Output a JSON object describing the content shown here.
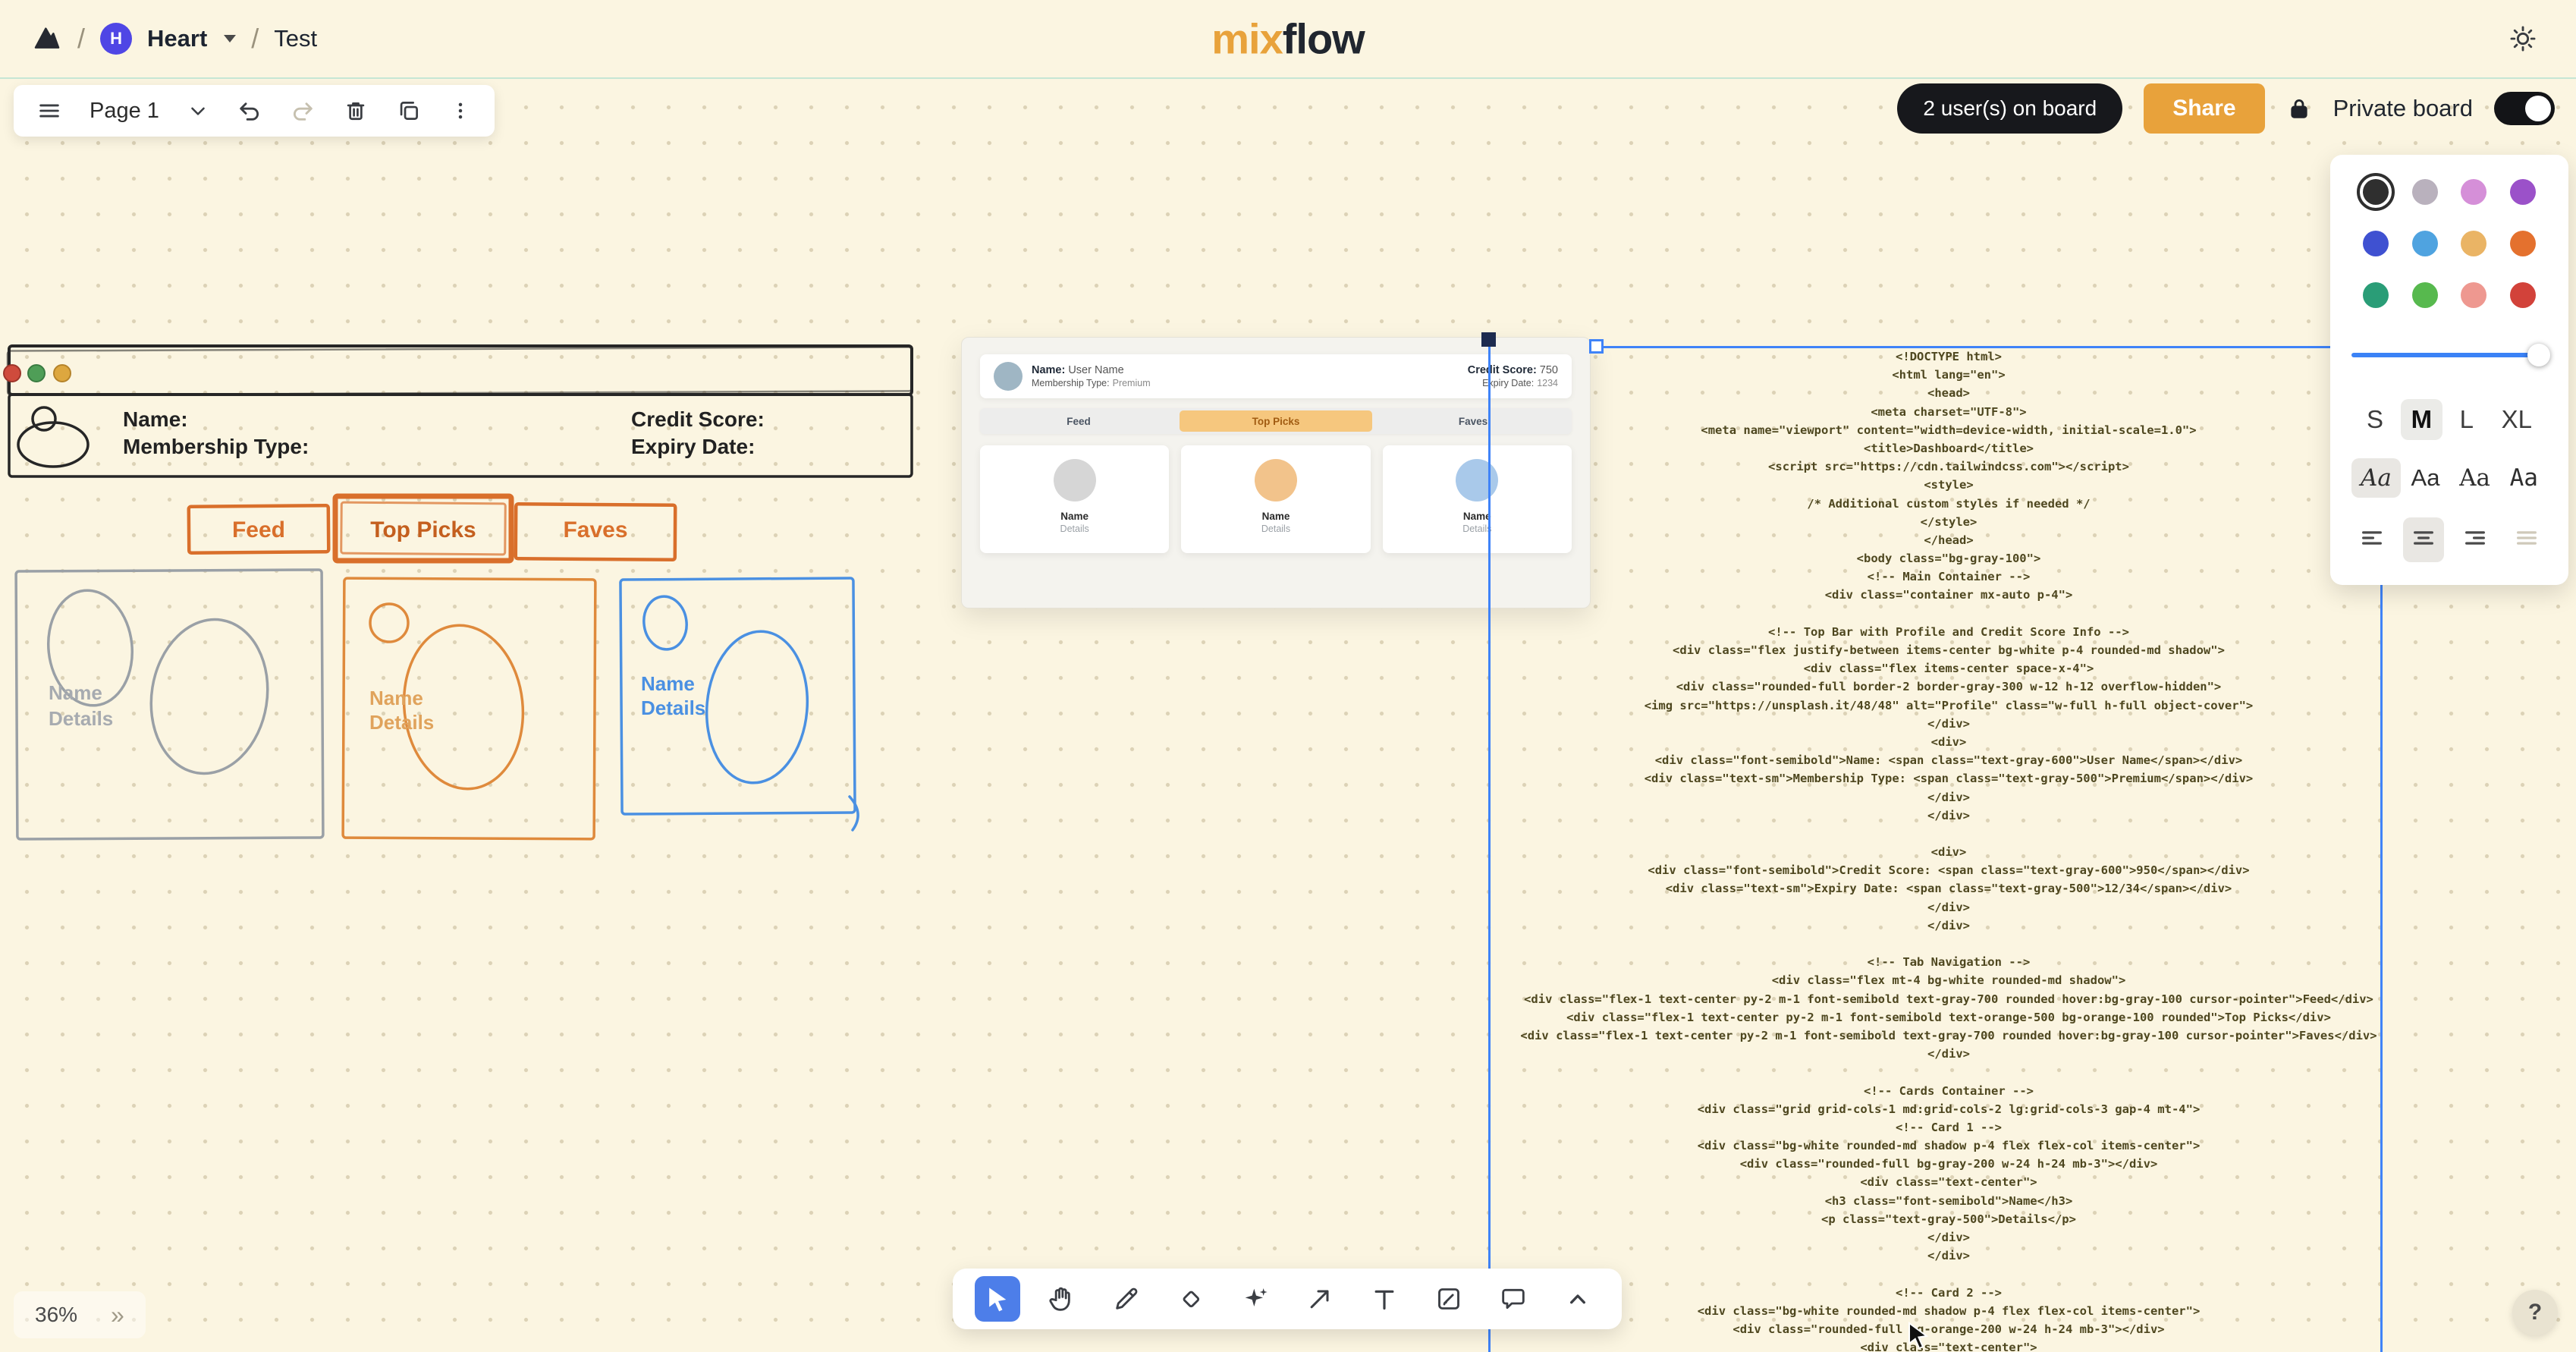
{
  "header": {
    "breadcrumb": {
      "separator": "/",
      "team_initial": "H",
      "team_name": "Heart",
      "page_name": "Test"
    },
    "logo_mix": "mix",
    "logo_flow": "flow"
  },
  "page_toolbar": {
    "page_label": "Page 1"
  },
  "board_bar": {
    "users_label": "2 user(s) on board",
    "share_label": "Share",
    "privacy_label": "Private board",
    "accent_color": "#e8a23b"
  },
  "style_panel": {
    "colors": [
      "#2f2f2f",
      "#b9b1bd",
      "#d58fd8",
      "#9b51c9",
      "#3f51d1",
      "#4fa3e0",
      "#eab465",
      "#e4712e",
      "#2a9d77",
      "#57b94e",
      "#ee9890",
      "#d2423a"
    ],
    "selected_color": "#2f2f2f",
    "slider_value_percent": 98,
    "sizes": [
      "S",
      "M",
      "L",
      "XL"
    ],
    "selected_size": "M",
    "font_samples": [
      "Aa",
      "Aa",
      "Aa",
      "Aa"
    ],
    "selected_font_index": 0,
    "alignments": [
      "align-left",
      "align-center",
      "align-right",
      "align-justify-disabled"
    ],
    "selected_alignment": "align-center"
  },
  "sketch": {
    "name_label": "Name:",
    "membership_label": "Membership Type:",
    "credit_label": "Credit Score:",
    "expiry_label": "Expiry Date:",
    "tab_feed": "Feed",
    "tab_top_picks": "Top Picks",
    "tab_faves": "Faves",
    "card_gray_name": "Name",
    "card_gray_details": "Details",
    "card_orange_name": "Name",
    "card_orange_details": "Details",
    "card_blue_name": "Name",
    "card_blue_details": "Details"
  },
  "preview": {
    "name_label": "Name:",
    "name_value": "User Name",
    "membership_label": "Membership Type:",
    "membership_value": "Premium",
    "credit_label": "Credit Score:",
    "credit_value": "750",
    "expiry_label": "Expiry Date:",
    "expiry_value": "1234",
    "tabs": [
      "Feed",
      "Top Picks",
      "Faves"
    ],
    "active_tab": "Top Picks",
    "cards": [
      {
        "name": "Name",
        "details": "Details",
        "color": "#d6d6d6"
      },
      {
        "name": "Name",
        "details": "Details",
        "color": "#f2c38b"
      },
      {
        "name": "Name",
        "details": "Details",
        "color": "#a9c9ea"
      }
    ]
  },
  "code_block": {
    "lines": [
      "<!DOCTYPE html>",
      "<html lang=\"en\">",
      "<head>",
      "<meta charset=\"UTF-8\">",
      "<meta name=\"viewport\" content=\"width=device-width, initial-scale=1.0\">",
      "<title>Dashboard</title>",
      "<script src=\"https://cdn.tailwindcss.com\"></script>",
      "<style>",
      "/* Additional custom styles if needed */",
      "</style>",
      "</head>",
      "<body class=\"bg-gray-100\">",
      "<!-- Main Container -->",
      "<div class=\"container mx-auto p-4\">",
      "",
      "<!-- Top Bar with Profile and Credit Score Info -->",
      "<div class=\"flex justify-between items-center bg-white p-4 rounded-md shadow\">",
      "<div class=\"flex items-center space-x-4\">",
      "<div class=\"rounded-full border-2 border-gray-300 w-12 h-12 overflow-hidden\">",
      "<img src=\"https://unsplash.it/48/48\" alt=\"Profile\" class=\"w-full h-full object-cover\">",
      "</div>",
      "<div>",
      "<div class=\"font-semibold\">Name: <span class=\"text-gray-600\">User Name</span></div>",
      "<div class=\"text-sm\">Membership Type: <span class=\"text-gray-500\">Premium</span></div>",
      "</div>",
      "</div>",
      "",
      "<div>",
      "<div class=\"font-semibold\">Credit Score: <span class=\"text-gray-600\">950</span></div>",
      "<div class=\"text-sm\">Expiry Date: <span class=\"text-gray-500\">12/34</span></div>",
      "</div>",
      "</div>",
      "",
      "<!-- Tab Navigation -->",
      "<div class=\"flex mt-4 bg-white rounded-md shadow\">",
      "<div class=\"flex-1 text-center py-2 m-1 font-semibold text-gray-700 rounded hover:bg-gray-100 cursor-pointer\">Feed</div>",
      "<div class=\"flex-1 text-center py-2 m-1 font-semibold text-orange-500 bg-orange-100 rounded\">Top Picks</div>",
      "<div class=\"flex-1 text-center py-2 m-1 font-semibold text-gray-700 rounded hover:bg-gray-100 cursor-pointer\">Faves</div>",
      "</div>",
      "",
      "<!-- Cards Container -->",
      "<div class=\"grid grid-cols-1 md:grid-cols-2 lg:grid-cols-3 gap-4 mt-4\">",
      "<!-- Card 1 -->",
      "<div class=\"bg-white rounded-md shadow p-4 flex flex-col items-center\">",
      "<div class=\"rounded-full bg-gray-200 w-24 h-24 mb-3\"></div>",
      "<div class=\"text-center\">",
      "<h3 class=\"font-semibold\">Name</h3>",
      "<p class=\"text-gray-500\">Details</p>",
      "</div>",
      "</div>",
      "",
      "<!-- Card 2 -->",
      "<div class=\"bg-white rounded-md shadow p-4 flex flex-col items-center\">",
      "<div class=\"rounded-full bg-orange-200 w-24 h-24 mb-3\"></div>",
      "<div class=\"text-center\">"
    ]
  },
  "bottom_toolbar": {
    "tools": [
      "select",
      "hand",
      "draw",
      "eraser",
      "ai-sparkles",
      "arrow",
      "text",
      "note",
      "comment",
      "collapse"
    ],
    "active_tool": "select"
  },
  "status": {
    "zoom_level": "36%",
    "expand_symbol": "»",
    "help_label": "?"
  }
}
